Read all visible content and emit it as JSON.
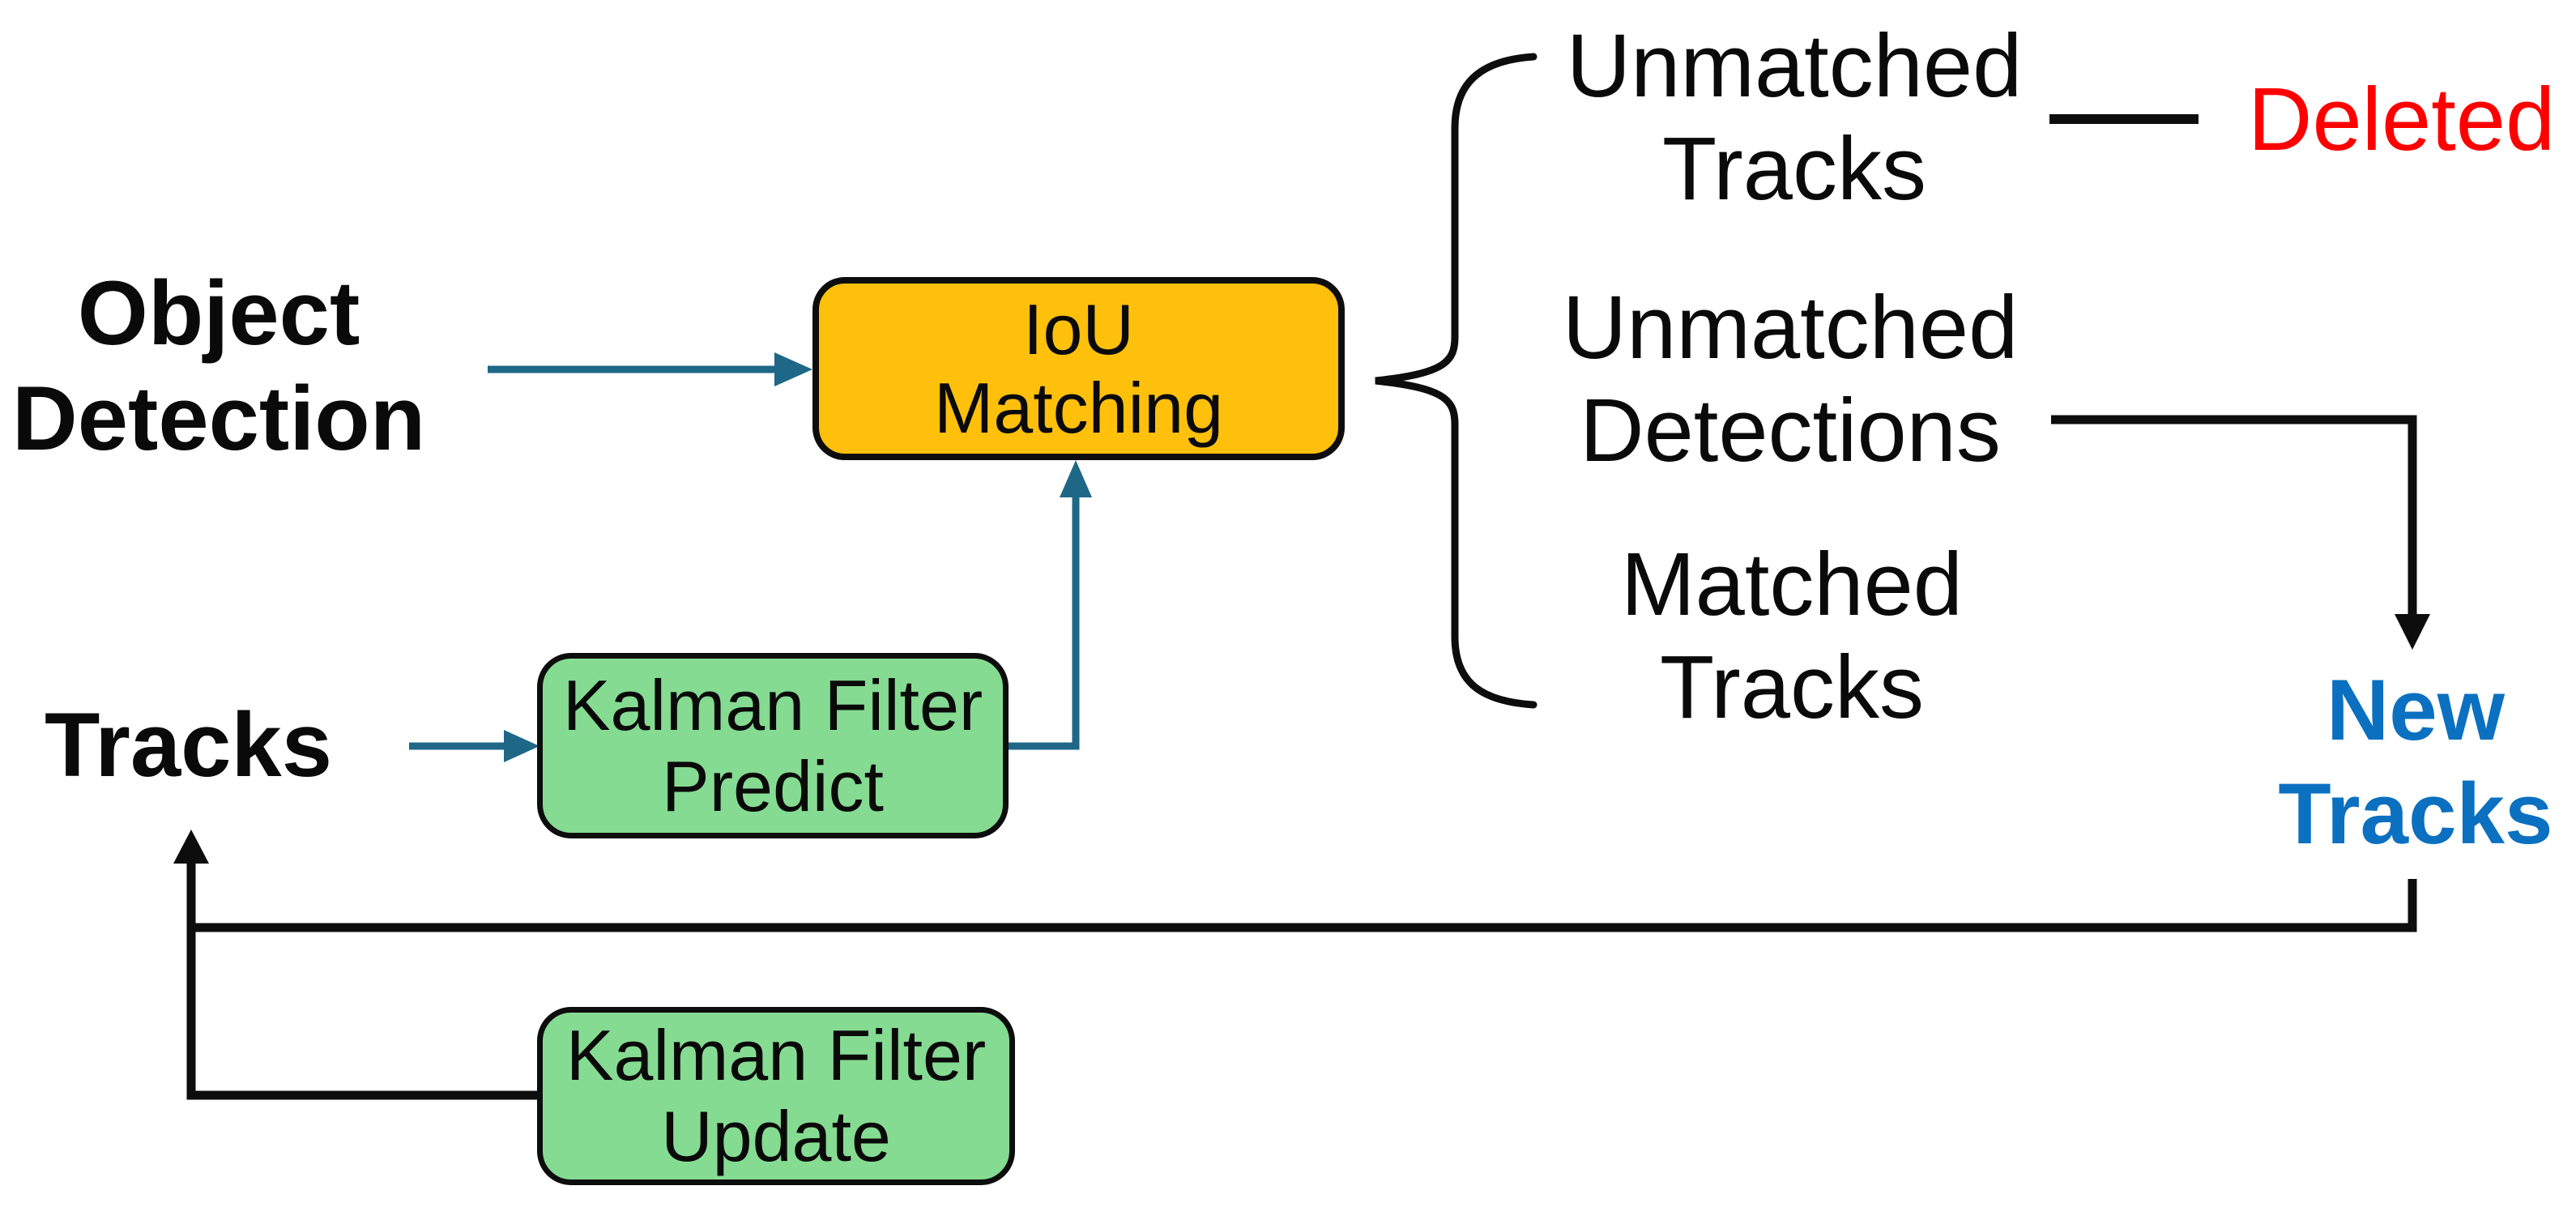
{
  "title": "IoU tracking pipeline diagram",
  "colors": {
    "background": "#FFFFFF",
    "box_orange": "#FFC00C",
    "box_green": "#85DB92",
    "box_border": "#0D0D0D",
    "arrow_teal": "#1F6787",
    "line_black": "#0D0D0D",
    "text_black": "#0A0A0A",
    "deleted_red": "#FE0000",
    "new_tracks_blue": "#0B70C0"
  },
  "nodes": {
    "object_detection": {
      "label": "Object\nDetection"
    },
    "tracks": {
      "label": "Tracks"
    },
    "iou_matching": {
      "label": "IoU\nMatching"
    },
    "kalman_predict": {
      "label": "Kalman Filter\nPredict"
    },
    "kalman_update": {
      "label": "Kalman Filter\nUpdate"
    }
  },
  "outputs": {
    "unmatched_tracks": {
      "label": "Unmatched\nTracks"
    },
    "unmatched_detections": {
      "label": "Unmatched\nDetections"
    },
    "matched_tracks": {
      "label": "Matched\nTracks"
    },
    "deleted": {
      "label": "Deleted"
    },
    "new_tracks": {
      "label": "New\nTracks"
    }
  }
}
